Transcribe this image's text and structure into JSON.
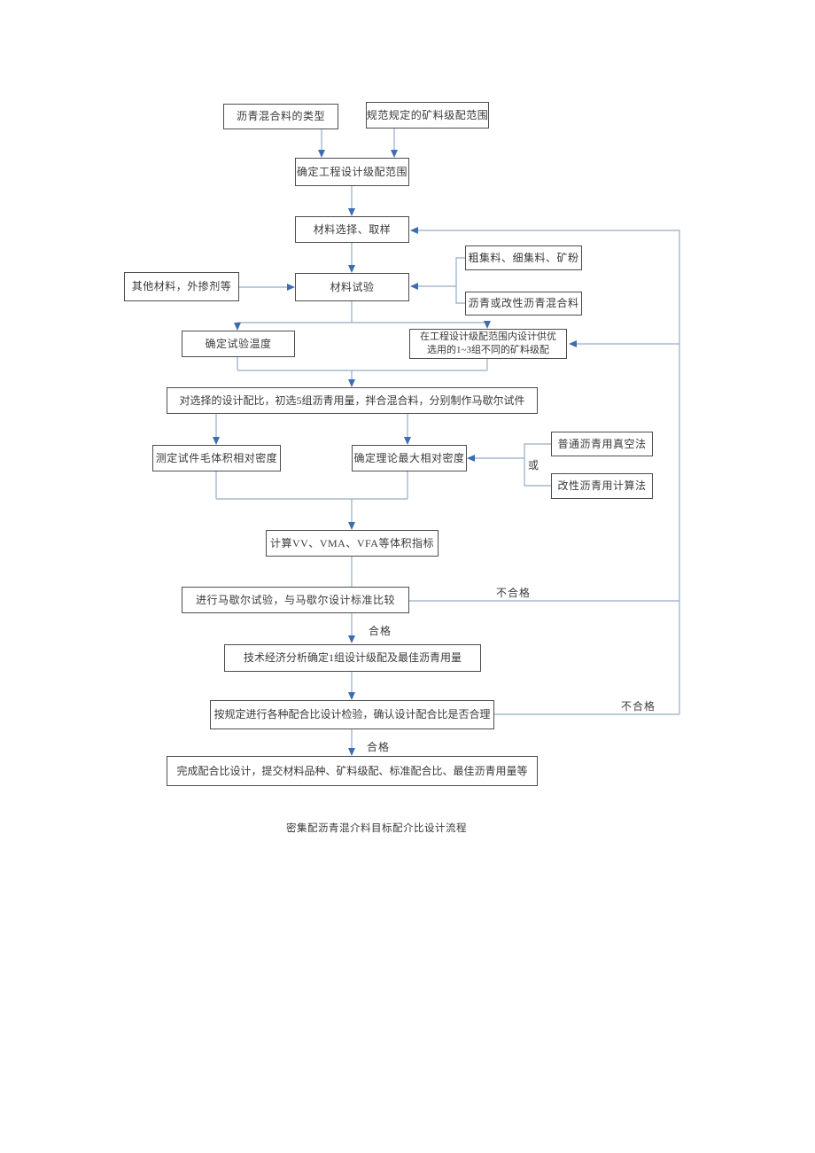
{
  "diagram": {
    "caption": "密集配沥青混介料目标配介比设计流程",
    "colors": {
      "box_border": "#4d4d4d",
      "connector_line": "#95acc8",
      "arrowhead": "#3c6db0",
      "text": "#3a3a3a",
      "background": "#ffffff"
    },
    "nodes": {
      "mixture_type": "沥青混合料的类型",
      "spec_gradation_range": "规范规定的矿料级配范围",
      "design_gradation_range": "确定工程设计级配范围",
      "material_selection": "材料选择、取样",
      "material_test": "材料试验",
      "aggregates": "粗集料、细集料、矿粉",
      "asphalt_or_modified": "沥青或改性沥青混合料",
      "other_materials": "其他材料，外掺剂等",
      "test_temperature": "确定试验温度",
      "gradation_design_line1": "在工程设计级配范围内设计供优",
      "gradation_design_line2": "选用的1~3组不同的矿料级配",
      "marshall_specimens": "对选择的设计配比，初选5组沥青用量，拌合混合料，分别制作马歇尔试件",
      "bulk_density": "测定试件毛体积相对密度",
      "max_density": "确定理论最大相对密度",
      "vacuum_method": "普通沥青用真空法",
      "calculation_method": "改性沥青用计算法",
      "volume_indexes": "计算VV、VMA、VFA等体积指标",
      "marshall_test": "进行马歇尔试验，与马歇尔设计标准比较",
      "tech_economic_analysis": "技术经济分析确定1组设计级配及最佳沥青用量",
      "mix_ratio_verification": "按规定进行各种配合比设计检验，确认设计配合比是否合理",
      "complete_design": "完成配合比设计，提交材料品种、矿料级配、标准配合比、最佳沥青用量等"
    },
    "labels": {
      "or": "或",
      "pass_1": "合格",
      "pass_2": "合格",
      "fail_1": "不合格",
      "fail_2": "不合格"
    }
  }
}
